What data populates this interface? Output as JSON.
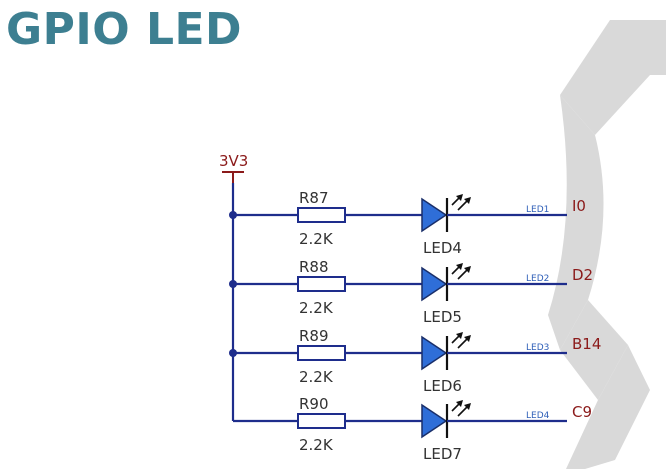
{
  "title": "GPIO LED",
  "supply": {
    "label": "3V3"
  },
  "channels": [
    {
      "resistor": "R87",
      "value": "2.2K",
      "led": "LED4",
      "net": "LED1",
      "pin": "I0"
    },
    {
      "resistor": "R88",
      "value": "2.2K",
      "led": "LED5",
      "net": "LED2",
      "pin": "D2"
    },
    {
      "resistor": "R89",
      "value": "2.2K",
      "led": "LED6",
      "net": "LED3",
      "pin": "B14"
    },
    {
      "resistor": "R90",
      "value": "2.2K",
      "led": "LED7",
      "net": "LED4",
      "pin": "C9"
    }
  ],
  "colors": {
    "title": "#3d7f91",
    "wire": "#1e2d8c",
    "diode_fill": "#2f6ed8",
    "supply_label": "#8b1a1a",
    "net_label": "#2f5fb8",
    "watermark": "#d8d8d8"
  },
  "watermark": {
    "shape": "large-S-logo"
  }
}
